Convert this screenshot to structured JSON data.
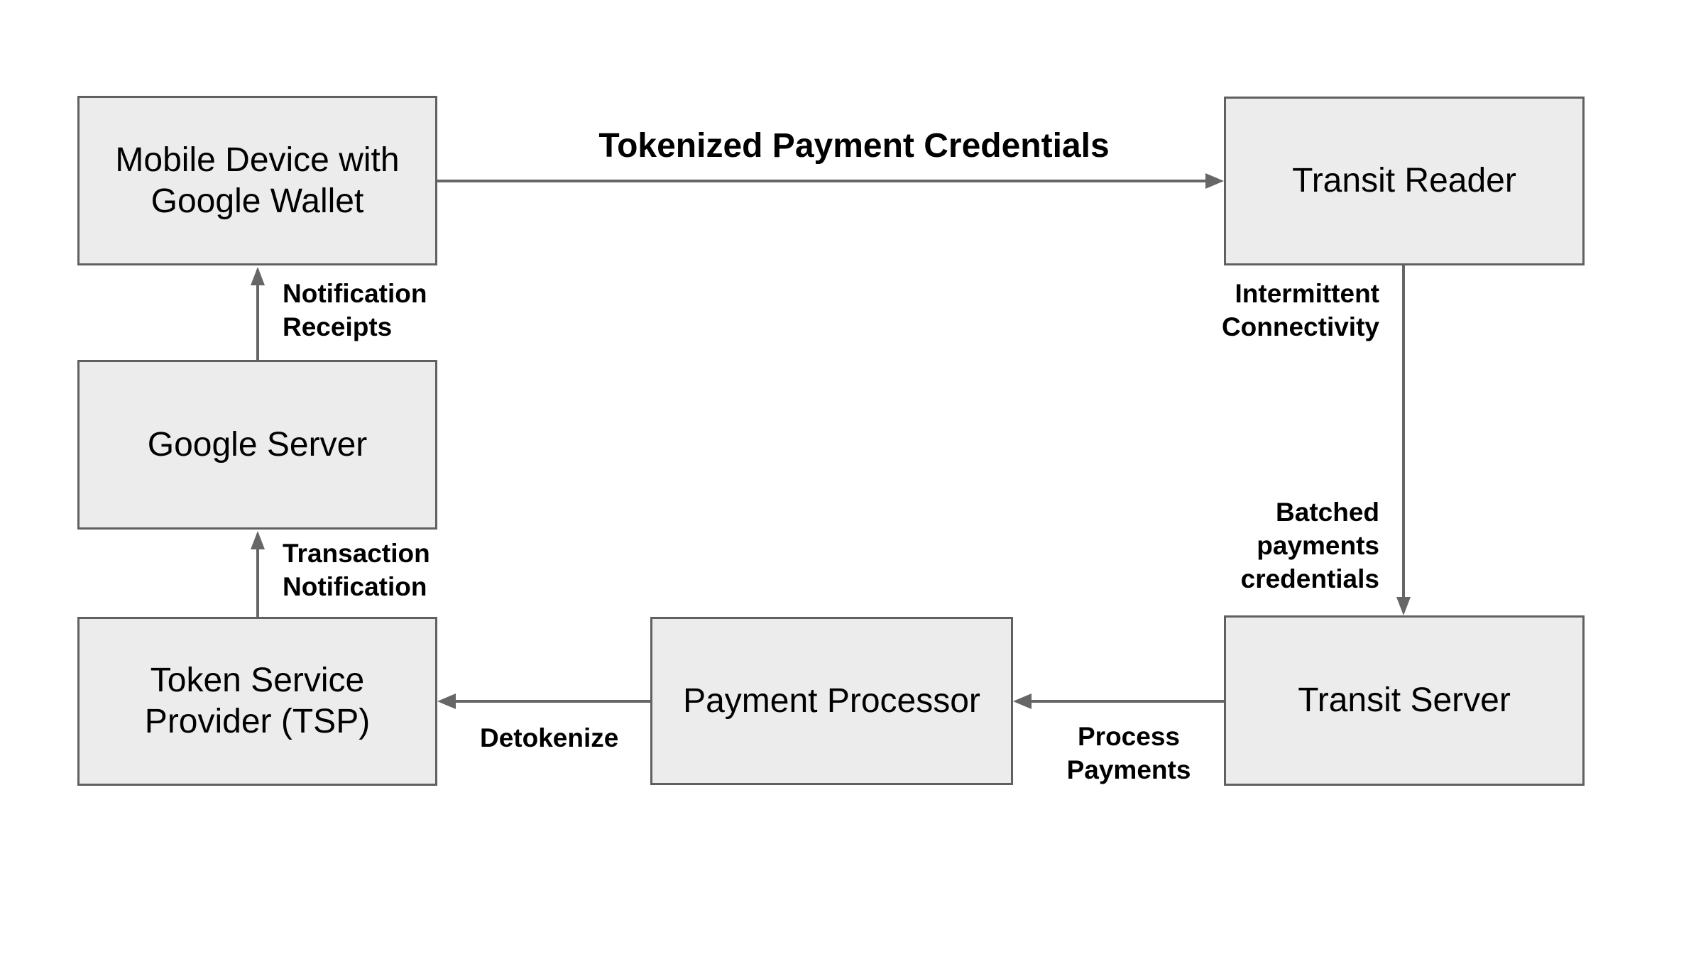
{
  "diagram": {
    "type": "flow-diagram",
    "background": "#ffffff",
    "colors": {
      "node_fill": "#ececec",
      "node_border": "#5f6062",
      "arrow": "#666666",
      "text": "#000000"
    },
    "nodes": {
      "mobile_device": {
        "label": "Mobile Device with\nGoogle Wallet"
      },
      "transit_reader": {
        "label": "Transit Reader"
      },
      "google_server": {
        "label": "Google Server"
      },
      "tsp": {
        "label": "Token Service\nProvider (TSP)"
      },
      "payment_processor": {
        "label": "Payment Processor"
      },
      "transit_server": {
        "label": "Transit Server"
      }
    },
    "edges": {
      "tokenized": {
        "from": "mobile_device",
        "to": "transit_reader",
        "direction": "right",
        "label": "Tokenized Payment Credentials"
      },
      "notification_receipts": {
        "from": "google_server",
        "to": "mobile_device",
        "direction": "up",
        "label": "Notification\nReceipts"
      },
      "transaction_notification": {
        "from": "tsp",
        "to": "google_server",
        "direction": "up",
        "label": "Transaction\nNotification"
      },
      "reader_to_server": {
        "from": "transit_reader",
        "to": "transit_server",
        "direction": "down",
        "label_top": "Intermittent\nConnectivity",
        "label_bottom": "Batched\npayments\ncredentials"
      },
      "process_payments": {
        "from": "transit_server",
        "to": "payment_processor",
        "direction": "left",
        "label": "Process\nPayments"
      },
      "detokenize": {
        "from": "payment_processor",
        "to": "tsp",
        "direction": "left",
        "label": "Detokenize"
      }
    }
  }
}
